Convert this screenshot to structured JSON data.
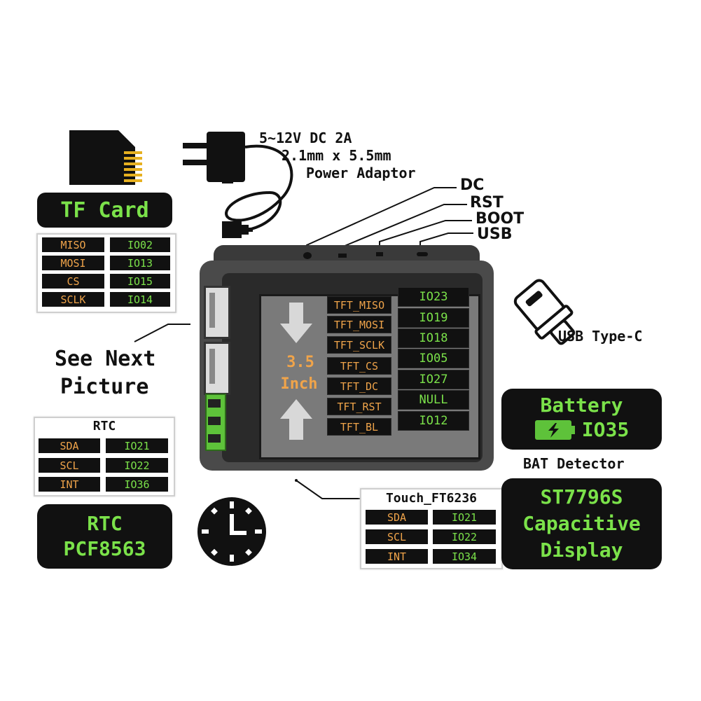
{
  "tf_card": {
    "title": "TF Card",
    "pins": [
      {
        "name": "MISO",
        "io": "IO02"
      },
      {
        "name": "MOSI",
        "io": "IO13"
      },
      {
        "name": "CS",
        "io": "IO15"
      },
      {
        "name": "SCLK",
        "io": "IO14"
      }
    ]
  },
  "power": {
    "line1": "5~12V DC 2A",
    "line2": "2.1mm x 5.5mm",
    "line3": "Power Adaptor"
  },
  "top_labels": {
    "dc": "DC",
    "rst": "RST",
    "boot": "BOOT",
    "usb": "USB"
  },
  "see_next": {
    "line1": "See Next",
    "line2": "Picture"
  },
  "screen": {
    "size_line1": "3.5",
    "size_line2": "Inch",
    "pins": [
      {
        "name": "TFT_MISO",
        "io": "IO23"
      },
      {
        "name": "TFT_MOSI",
        "io": "IO19"
      },
      {
        "name": "TFT_SCLK",
        "io": "IO18"
      },
      {
        "name": "TFT_CS",
        "io": "IO05"
      },
      {
        "name": "TFT_DC",
        "io": "IO27"
      },
      {
        "name": "TFT_RST",
        "io": "NULL"
      },
      {
        "name": "TFT_BL",
        "io": "IO12"
      }
    ]
  },
  "usb_type_c": "USB Type-C",
  "battery": {
    "title": "Battery",
    "io": "IO35",
    "caption": "BAT Detector"
  },
  "rtc_table": {
    "title": "RTC",
    "pins": [
      {
        "name": "SDA",
        "io": "IO21"
      },
      {
        "name": "SCL",
        "io": "IO22"
      },
      {
        "name": "INT",
        "io": "IO36"
      }
    ]
  },
  "rtc_pill": {
    "line1": "RTC",
    "line2": "PCF8563"
  },
  "touch_table": {
    "title": "Touch_FT6236",
    "pins": [
      {
        "name": "SDA",
        "io": "IO21"
      },
      {
        "name": "SCL",
        "io": "IO22"
      },
      {
        "name": "INT",
        "io": "IO34"
      }
    ]
  },
  "display_pill": {
    "line1": "ST7796S",
    "line2": "Capacitive",
    "line3": "Display"
  },
  "colors": {
    "pin_name": "#f0a44a",
    "pin_io": "#7be24a",
    "pill_bg": "#111111"
  }
}
